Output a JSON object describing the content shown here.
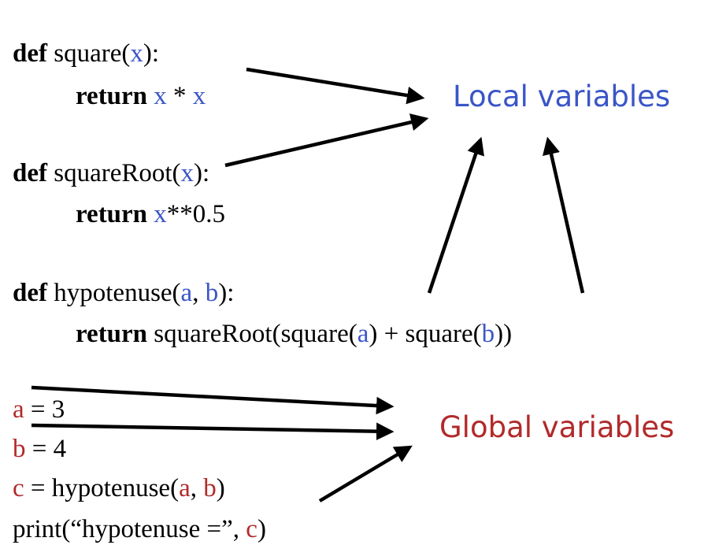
{
  "colors": {
    "local": "#3a55c8",
    "global": "#b22a2a",
    "text": "#000000"
  },
  "code": {
    "line1": {
      "kw": "def",
      "pre": " square(",
      "var1": "x",
      "post": "):"
    },
    "line2": {
      "kw": "return",
      "pre": " ",
      "var1": "x",
      "mid": " * ",
      "var2": "x"
    },
    "line3": {
      "kw": "def",
      "pre": " squareRoot(",
      "var1": "x",
      "post": "):"
    },
    "line4": {
      "kw": "return",
      "pre": " ",
      "var1": "x",
      "post": "**0.5"
    },
    "line5": {
      "kw": "def",
      "pre": " hypotenuse(",
      "var1": "a",
      "mid": ", ",
      "var2": "b",
      "post": "):"
    },
    "line6": {
      "kw": "return",
      "pre": " squareRoot(square(",
      "var1": "a",
      "mid": ") + square(",
      "var2": "b",
      "post": "))"
    },
    "line7": {
      "var1": "a",
      "post": " = 3"
    },
    "line8": {
      "var1": "b",
      "post": " = 4"
    },
    "line9": {
      "var1": "c",
      "pre": " = hypotenuse(",
      "var2": "a",
      "mid": ", ",
      "var3": "b",
      "post": ")"
    },
    "line10": {
      "pre": "print(“hypotenuse =”, ",
      "var1": "c",
      "post": ")"
    }
  },
  "labels": {
    "local": "Local variables",
    "global": "Global variables"
  }
}
